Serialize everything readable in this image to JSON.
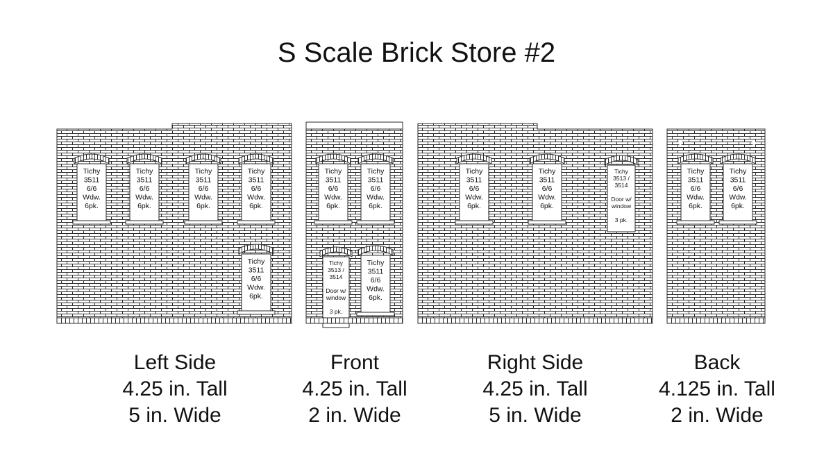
{
  "title": "S Scale Brick Store #2",
  "window_label": [
    "Tichy",
    "3511",
    "6/6",
    "Wdw.",
    "6pk."
  ],
  "door_label": [
    "Tichy",
    "3513 /",
    "3514",
    "Door w/",
    "window",
    "3 pk."
  ],
  "walls": [
    {
      "name": "Left Side",
      "height": "4.25 in. Tall",
      "width": "5 in. Wide"
    },
    {
      "name": "Front",
      "height": "4.25 in. Tall",
      "width": "2 in. Wide"
    },
    {
      "name": "Right Side",
      "height": "4.25 in. Tall",
      "width": "5 in. Wide"
    },
    {
      "name": "Back",
      "height": "4.125 in. Tall",
      "width": "2 in. Wide"
    }
  ]
}
